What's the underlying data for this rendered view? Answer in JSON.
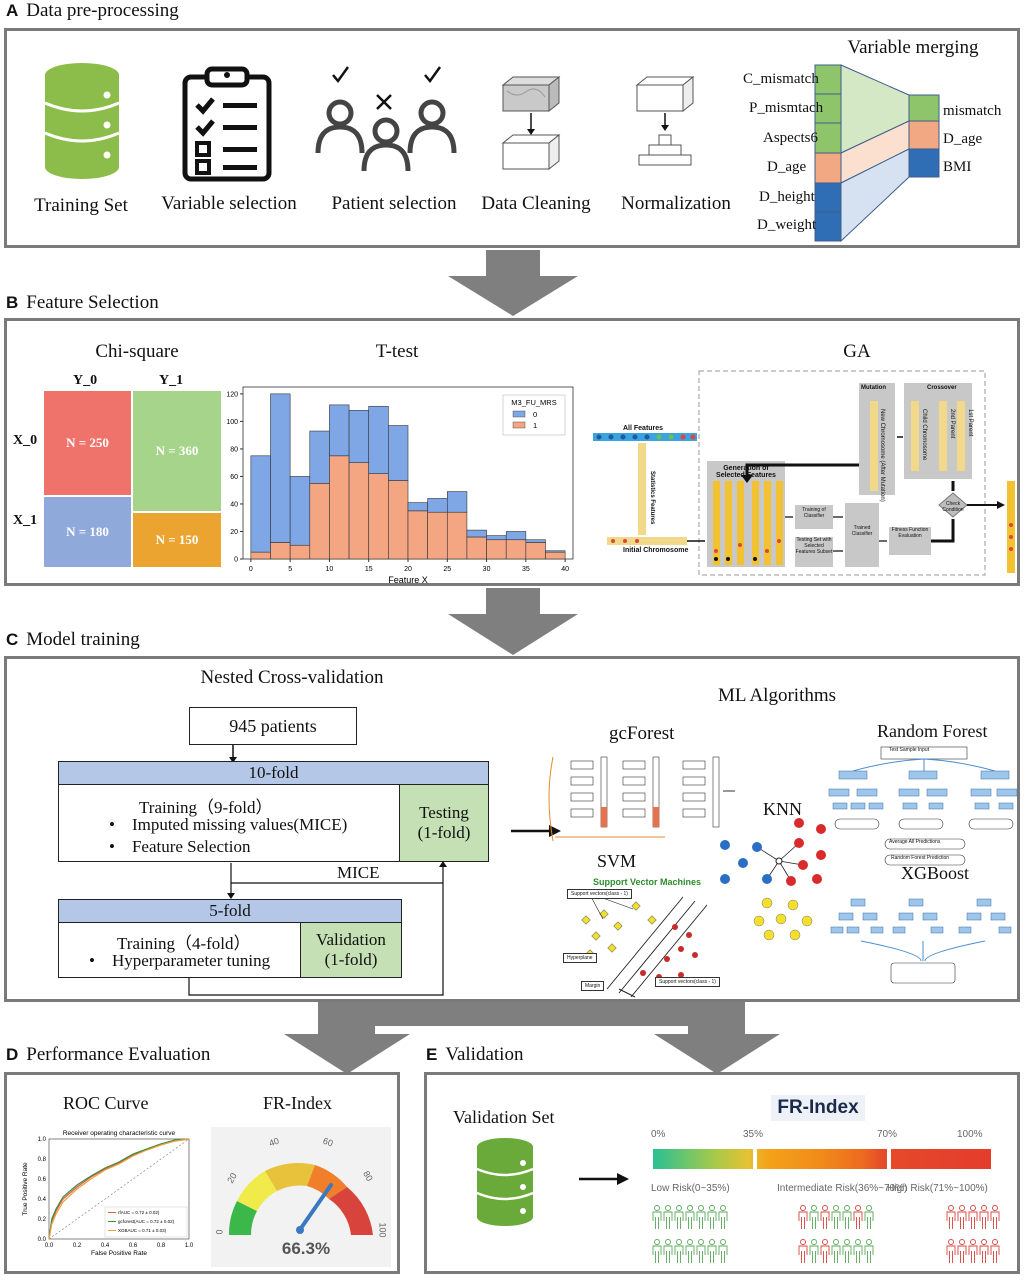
{
  "sections": {
    "a": {
      "letter": "A",
      "title": "Data pre-processing"
    },
    "b": {
      "letter": "B",
      "title": "Feature Selection"
    },
    "c": {
      "letter": "C",
      "title": "Model training"
    },
    "d": {
      "letter": "D",
      "title": "Performance Evaluation"
    },
    "e": {
      "letter": "E",
      "title": "Validation"
    }
  },
  "preprocessing": {
    "steps": [
      "Training Set",
      "Variable selection",
      "Patient selection",
      "Data Cleaning",
      "Normalization"
    ],
    "merging": {
      "title": "Variable merging",
      "inputs": [
        "C_mismatch",
        "P_mismtach",
        "Aspects6",
        "D_age",
        "D_height",
        "D_weight"
      ],
      "outputs": [
        "mismatch",
        "D_age",
        "BMI"
      ]
    }
  },
  "feature_selection": {
    "chi": {
      "title": "Chi-square",
      "y0": "Y_0",
      "y1": "Y_1",
      "x0": "X_0",
      "x1": "X_1",
      "cells": [
        "N = 250",
        "N = 360",
        "N = 180",
        "N = 150"
      ]
    },
    "ttest": {
      "title": "T-test"
    },
    "ga": {
      "title": "GA",
      "all_features": "All Features",
      "stat_features": "Statistics Features",
      "initial": "Initial Chromosome",
      "generation": "Generation of Selected Features",
      "mutation": "Mutation",
      "crossover": "Crossover",
      "new_chrom": "New Chromosome (After Mutation)",
      "child": "Child Chromosome",
      "parent2": "2nd Parent",
      "parent1": "1st Parent",
      "training": "Training of Classifier",
      "testing": "Testing Set with Selected Features Subset",
      "trained": "Trained Classifier",
      "fitness": "Fitness Function Evaluation",
      "check": "Check Condition"
    }
  },
  "training": {
    "nested_title": "Nested Cross-validation",
    "patients": "945 patients",
    "tenfold": "10-fold",
    "train9": "Training（9-fold）",
    "bullet1": "Imputed missing values(MICE)",
    "bullet2": "Feature Selection",
    "testing": [
      "Testing",
      "(1-fold)"
    ],
    "mice": "MICE",
    "fivefold": "5-fold",
    "train4": "Training（4-fold）",
    "bullet3": "Hyperparameter tuning",
    "validation": [
      "Validation",
      "(1-fold)"
    ],
    "ml_title": "ML Algorithms",
    "algos": {
      "gcforest": "gcForest",
      "rf": "Random Forest",
      "knn": "KNN",
      "svm": "SVM",
      "xgb": "XGBoost"
    },
    "svm_inner": {
      "heading": "Support Vector Machines",
      "sv1": "Support vectors(class - 1)",
      "hyper": "Hyperplane",
      "margin": "Margin",
      "sv2": "Support vectors(class - 1)"
    },
    "rf_inner": {
      "input": "Test Sample Input",
      "avg": "Average All Predictions",
      "final": "Random Forest Prediction"
    }
  },
  "evaluation": {
    "roc_title": "ROC Curve",
    "roc_inner_title": "Receiver operating characteristic curve",
    "fr_title": "FR-Index",
    "gauge_value": "66.3%",
    "gauge_ticks": [
      "0",
      "20",
      "40",
      "60",
      "80",
      "100"
    ]
  },
  "chart_data": [
    {
      "type": "bar",
      "title": "",
      "xlabel": "Feature X",
      "ylabel": "",
      "legend_title": "M3_FU_MRS",
      "legend_placement": "top-right",
      "stacked": true,
      "x_ticks": [
        "0",
        "5",
        "10",
        "15",
        "20",
        "25",
        "30",
        "35",
        "40"
      ],
      "y_ticks": [
        "0",
        "20",
        "40",
        "60",
        "80",
        "100",
        "120"
      ],
      "xlim": [
        -1,
        41
      ],
      "ylim": [
        0,
        125
      ],
      "bin_edges": [
        0,
        2.5,
        5,
        7.5,
        10,
        12.5,
        15,
        17.5,
        20,
        22.5,
        25,
        27.5,
        30,
        32.5,
        35,
        37.5,
        40
      ],
      "series": [
        {
          "name": "1",
          "color": "#f4a582",
          "values": [
            5,
            12,
            10,
            55,
            75,
            70,
            62,
            57,
            35,
            34,
            34,
            16,
            14,
            14,
            12,
            5
          ]
        },
        {
          "name": "0",
          "color": "#7fa7e6",
          "values": [
            70,
            108,
            50,
            38,
            37,
            38,
            49,
            40,
            6,
            10,
            15,
            5,
            3,
            6,
            2,
            1
          ]
        }
      ]
    },
    {
      "type": "line",
      "title": "Receiver operating characteristic curve",
      "xlabel": "False Positive Rate",
      "ylabel": "True Positive Rate",
      "xlim": [
        0,
        1
      ],
      "ylim": [
        0,
        1
      ],
      "x_ticks": [
        "0.0",
        "0.2",
        "0.4",
        "0.6",
        "0.8",
        "1.0"
      ],
      "y_ticks": [
        "0.0",
        "0.2",
        "0.4",
        "0.6",
        "0.8",
        "1.0"
      ],
      "legend_placement": "bottom-right",
      "series": [
        {
          "name": "rfAUC = 0.72 ± 0.02)",
          "color": "#e0574b",
          "x": [
            0,
            0.02,
            0.05,
            0.1,
            0.2,
            0.3,
            0.4,
            0.5,
            0.6,
            0.7,
            0.8,
            0.9,
            1.0
          ],
          "y": [
            0,
            0.18,
            0.28,
            0.4,
            0.52,
            0.62,
            0.7,
            0.76,
            0.84,
            0.9,
            0.95,
            0.98,
            1.0
          ]
        },
        {
          "name": "gcforest(AUC = 0.72 ± 0.02)",
          "color": "#3e8c3e",
          "x": [
            0,
            0.02,
            0.05,
            0.1,
            0.2,
            0.3,
            0.4,
            0.5,
            0.6,
            0.7,
            0.8,
            0.9,
            1.0
          ],
          "y": [
            0,
            0.2,
            0.3,
            0.42,
            0.54,
            0.63,
            0.71,
            0.77,
            0.85,
            0.9,
            0.95,
            0.99,
            1.0
          ]
        },
        {
          "name": "XGBAUC = 0.71 ± 0.03)",
          "color": "#e8a33a",
          "x": [
            0,
            0.02,
            0.05,
            0.1,
            0.2,
            0.3,
            0.4,
            0.5,
            0.6,
            0.7,
            0.8,
            0.9,
            1.0
          ],
          "y": [
            0,
            0.15,
            0.25,
            0.37,
            0.5,
            0.6,
            0.69,
            0.75,
            0.83,
            0.89,
            0.94,
            0.98,
            1.0
          ]
        }
      ]
    }
  ],
  "validation": {
    "set_title": "Validation Set",
    "frindex_logo": "FR-Index",
    "pcts": [
      "0%",
      "35%",
      "70%",
      "100%"
    ],
    "risks": [
      "Low Risk(0~35%)",
      "Intermediate Risk(36%~70%)",
      "High Risk(71%~100%)"
    ]
  },
  "colors": {
    "green": "#8cbd4a",
    "arrow": "#7f7f7f",
    "blue_head": "#b4c7e7",
    "test_green": "#c5e0b4"
  }
}
